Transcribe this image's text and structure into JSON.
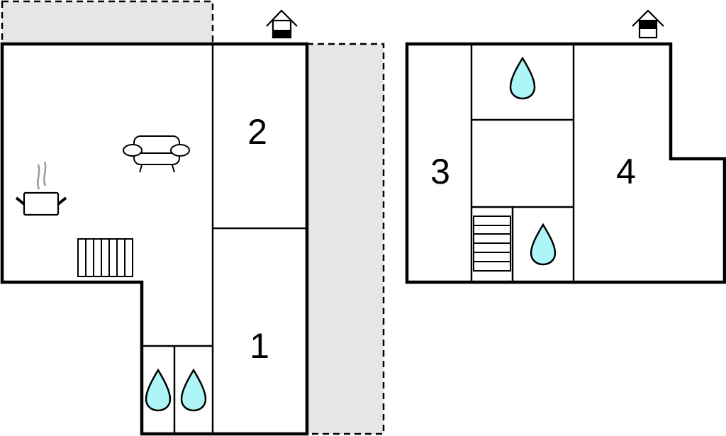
{
  "rooms": {
    "room1": "1",
    "room2": "2",
    "room3": "3",
    "room4": "4"
  },
  "colors": {
    "water": "#aef5f8",
    "outdoor_area": "#e6e6e6",
    "wall": "#000000"
  },
  "icons": [
    "entrance-icon",
    "sofa-icon",
    "cooking-pot-icon",
    "stairs-icon",
    "water-drop-icon"
  ]
}
